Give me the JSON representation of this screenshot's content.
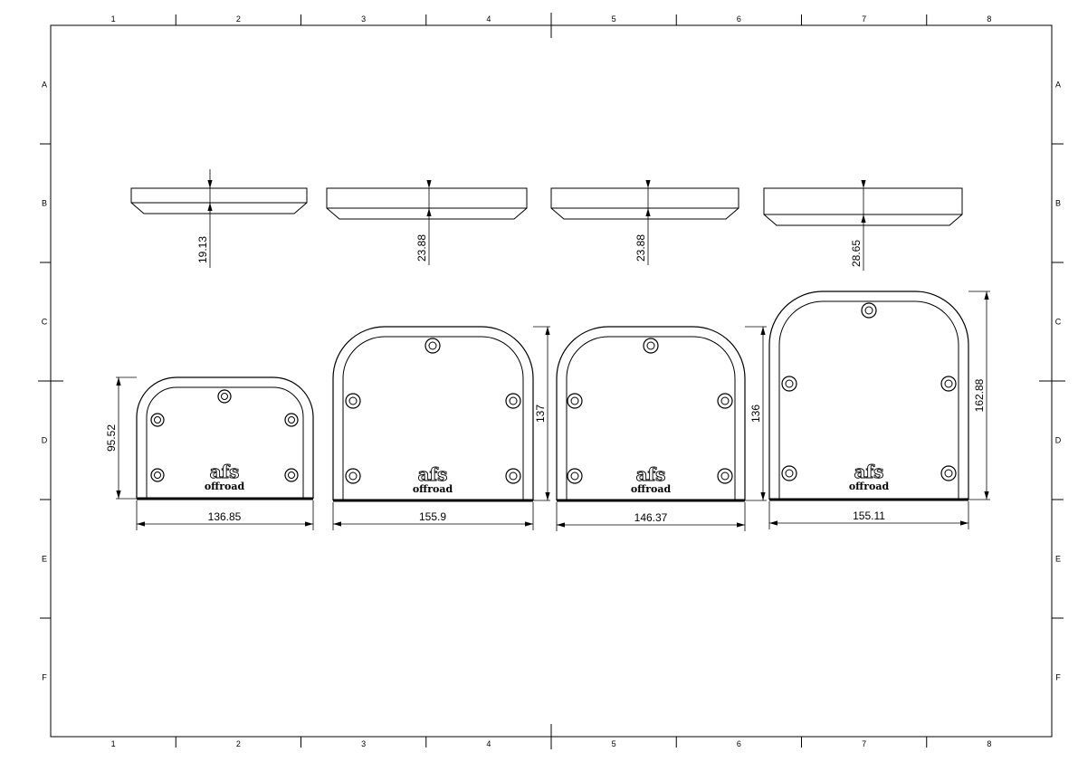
{
  "sheet": {
    "columns": [
      "1",
      "2",
      "3",
      "4",
      "5",
      "6",
      "7",
      "8"
    ],
    "rows": [
      "A",
      "B",
      "C",
      "D",
      "E",
      "F"
    ]
  },
  "parts": [
    {
      "width": "136.85",
      "height": "95.52",
      "thickness": "19.13"
    },
    {
      "width": "155.9",
      "height": "137",
      "thickness": "23.88"
    },
    {
      "width": "146.37",
      "height": "136",
      "thickness": "23.88"
    },
    {
      "width": "155.11",
      "height": "162.88",
      "thickness": "28.65"
    }
  ],
  "logo": {
    "line1": "afs",
    "line2": "offroad"
  },
  "colors": {
    "line": "#000000",
    "background": "#ffffff"
  }
}
